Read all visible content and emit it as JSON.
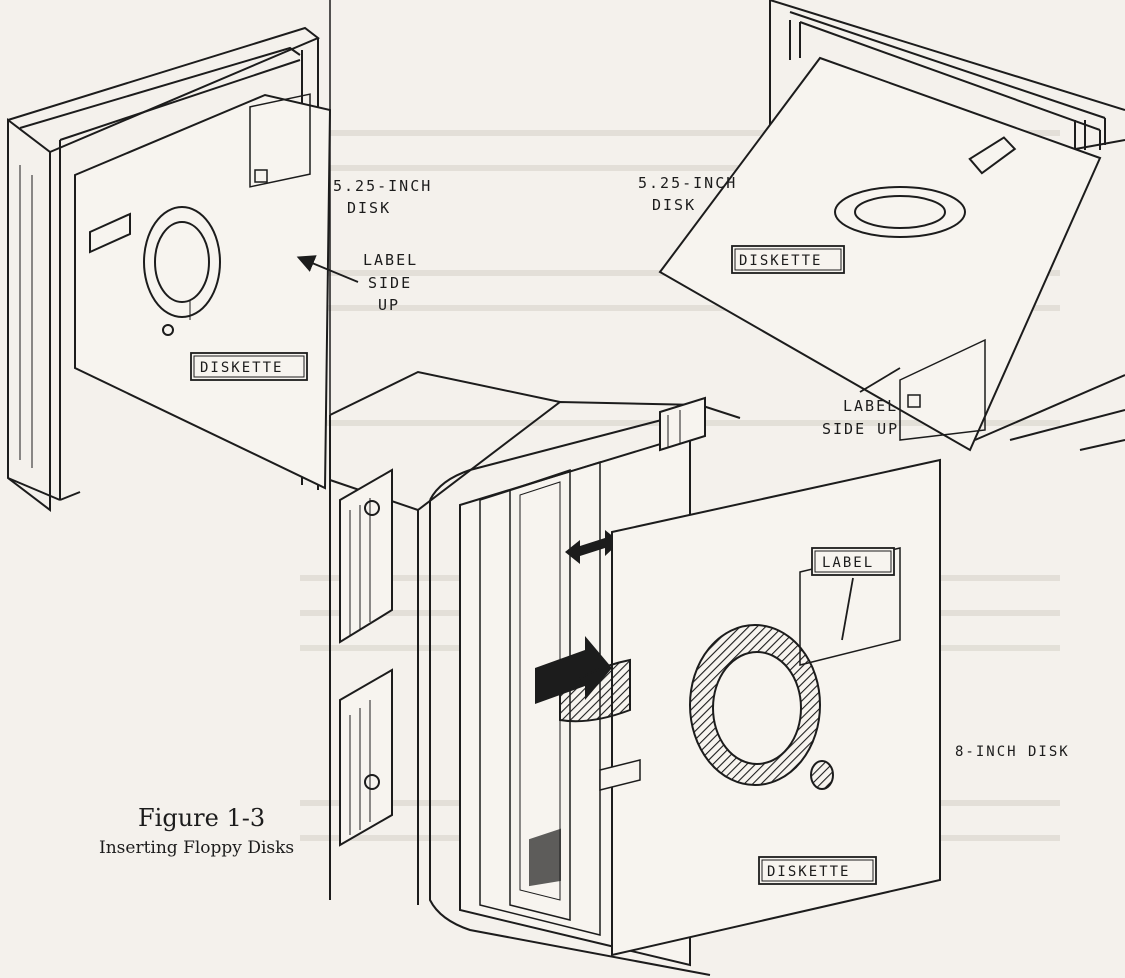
{
  "labels": {
    "disk_left": [
      "5.25-INCH",
      "DISK"
    ],
    "label_side_left": [
      "LABEL",
      "SIDE",
      "UP"
    ],
    "diskette": "DISKETTE",
    "disk_right": [
      "5.25-INCH",
      "DISK"
    ],
    "label_side_right": [
      "LABEL",
      "SIDE UP"
    ],
    "label": "LABEL",
    "disk_8": "8-INCH DISK",
    "diskette_bottom": "DISKETTE"
  },
  "caption": {
    "title": "Figure 1-3",
    "subtitle": "Inserting Floppy Disks"
  },
  "colors": {
    "ink": "#1c1c1c",
    "paper": "#f4f1ec",
    "bleed": "#c9c4bc"
  }
}
